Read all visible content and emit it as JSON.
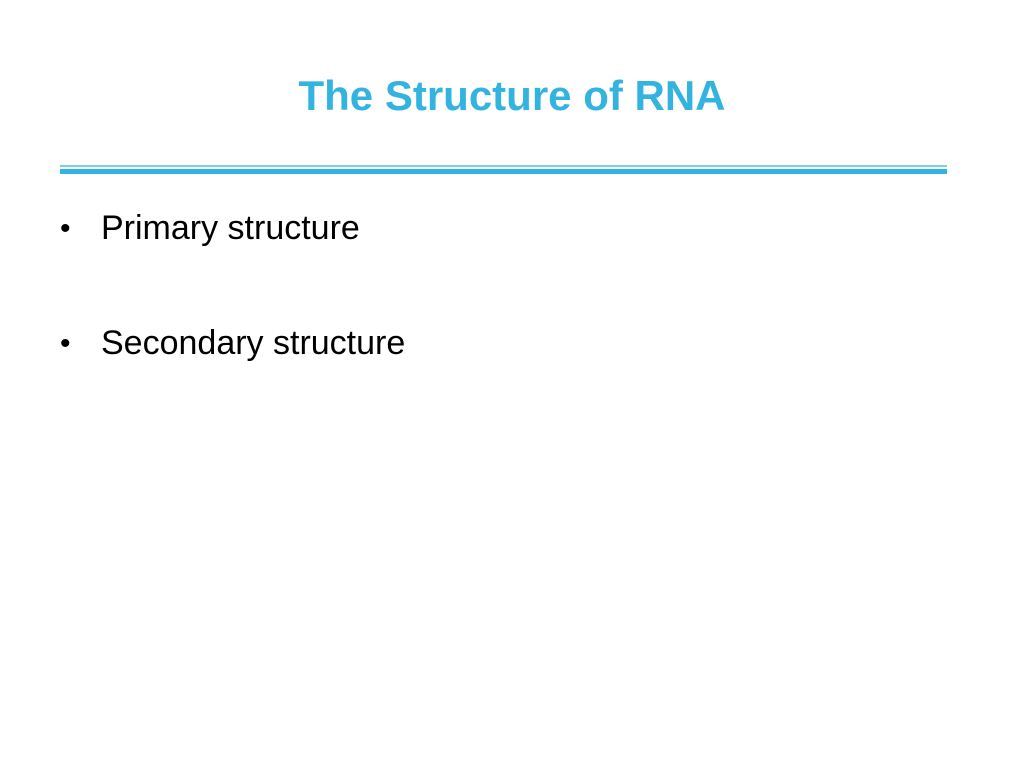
{
  "slide": {
    "title": "The Structure of RNA",
    "accent_color": "#33b3e0",
    "bullets": [
      {
        "marker": "•",
        "text": "Primary structure"
      },
      {
        "marker": "•",
        "text": "Secondary structure"
      }
    ]
  }
}
